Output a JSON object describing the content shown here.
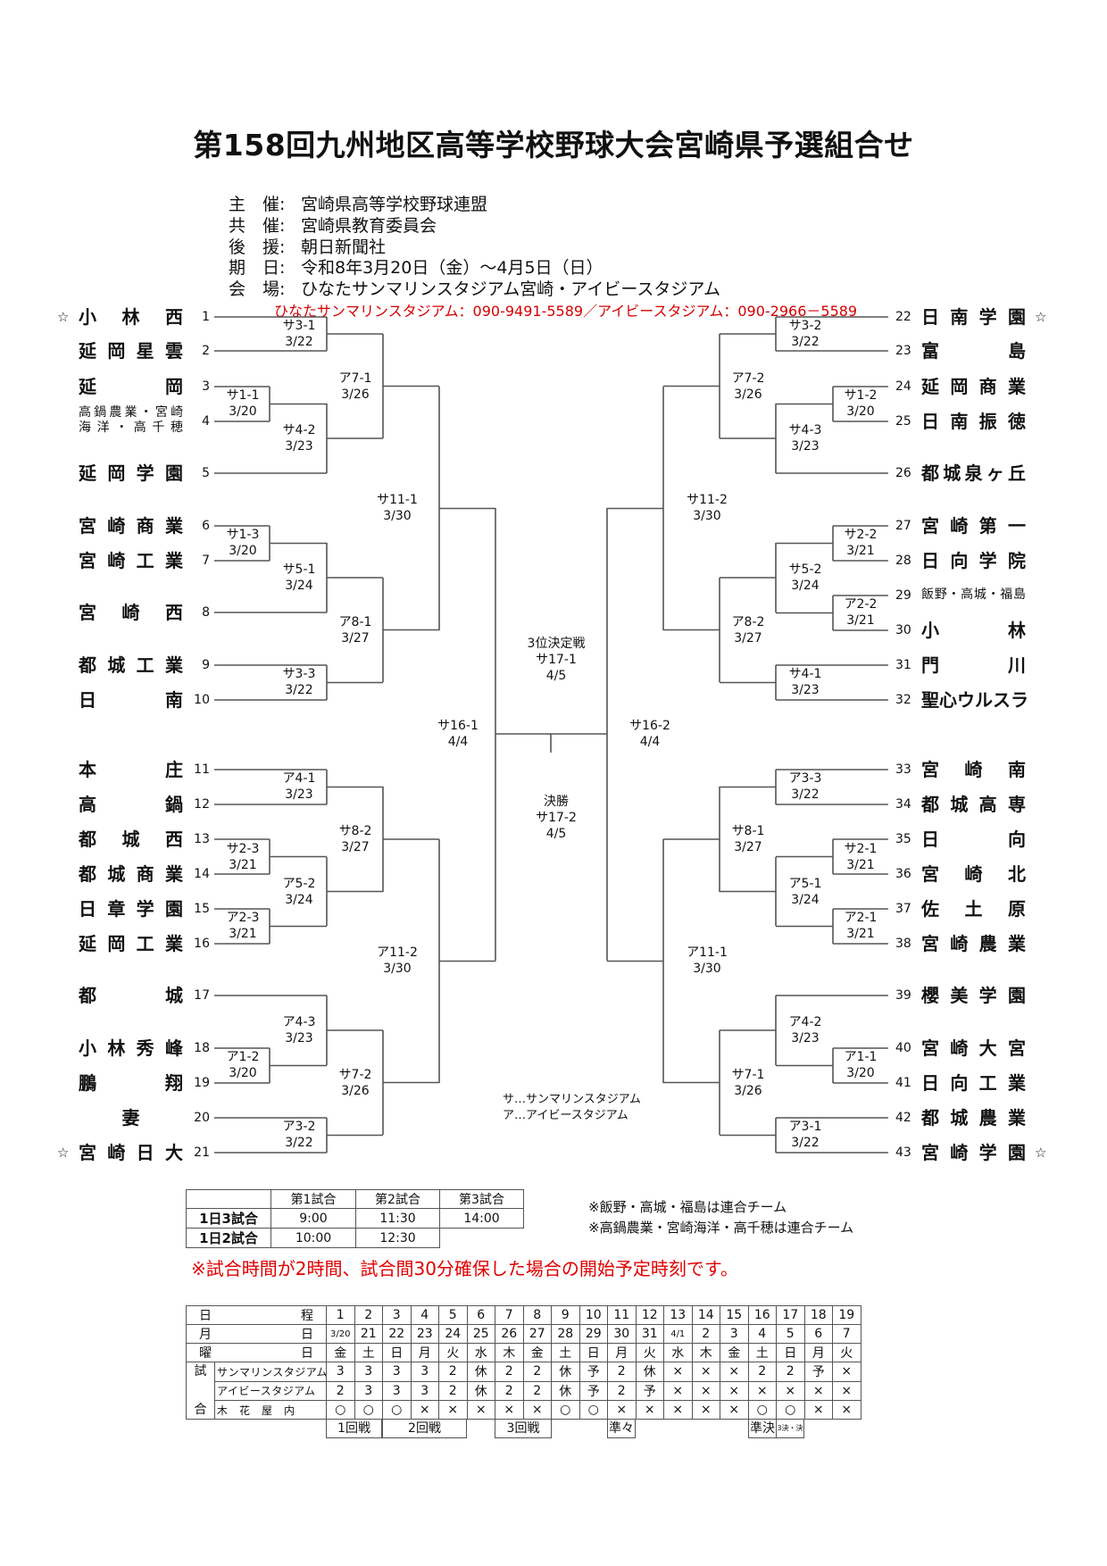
{
  "title": "第158回九州地区高等学校野球大会宮崎県予選組合せ",
  "info": [
    {
      "label": "主　催:",
      "value": "宮崎県高等学校野球連盟"
    },
    {
      "label": "共　催:",
      "value": "宮崎県教育委員会"
    },
    {
      "label": "後　援:",
      "value": "朝日新聞社"
    },
    {
      "label": "期　日:",
      "value": "令和8年3月20日（金）～4月5日（日）"
    },
    {
      "label": "会　場:",
      "value": "ひなたサンマリンスタジアム宮崎・アイビースタジアム"
    }
  ],
  "contact": "ひなたサンマリンスタジアム：090-9491-5589／アイビースタジアム：090-2966－5589",
  "teams_left": [
    {
      "no": "1",
      "name": "小　林　西",
      "star": "☆"
    },
    {
      "no": "2",
      "name": "延岡星雲"
    },
    {
      "no": "3",
      "name": "延　岡"
    },
    {
      "no": "4",
      "name_lines": [
        "高鍋農業・宮崎",
        "海洋・高千穂"
      ]
    },
    {
      "no": "5",
      "name": "延岡学園"
    },
    {
      "no": "6",
      "name": "宮崎商業"
    },
    {
      "no": "7",
      "name": "宮崎工業"
    },
    {
      "no": "8",
      "name": "宮　崎　西"
    },
    {
      "no": "9",
      "name": "都城工業"
    },
    {
      "no": "10",
      "name": "日　南"
    },
    {
      "no": "11",
      "name": "本　庄"
    },
    {
      "no": "12",
      "name": "高　鍋"
    },
    {
      "no": "13",
      "name": "都　城　西"
    },
    {
      "no": "14",
      "name": "都城商業"
    },
    {
      "no": "15",
      "name": "日章学園"
    },
    {
      "no": "16",
      "name": "延岡工業"
    },
    {
      "no": "17",
      "name": "都　城"
    },
    {
      "no": "18",
      "name": "小林秀峰"
    },
    {
      "no": "19",
      "name": "鵬　翔"
    },
    {
      "no": "20",
      "name": "妻"
    },
    {
      "no": "21",
      "name": "宮崎日大",
      "star": "☆"
    }
  ],
  "teams_right": [
    {
      "no": "22",
      "name": "日南学園",
      "star": "☆"
    },
    {
      "no": "23",
      "name": "富　島"
    },
    {
      "no": "24",
      "name": "延岡商業"
    },
    {
      "no": "25",
      "name": "日南振徳"
    },
    {
      "no": "26",
      "name": "都城泉ヶ丘"
    },
    {
      "no": "27",
      "name": "宮崎第一"
    },
    {
      "no": "28",
      "name": "日向学院"
    },
    {
      "no": "29",
      "name": "飯野・高城・福島",
      "small": true
    },
    {
      "no": "30",
      "name": "小　林"
    },
    {
      "no": "31",
      "name": "門　川"
    },
    {
      "no": "32",
      "name": "聖心ウルスラ"
    },
    {
      "no": "33",
      "name": "宮　崎　南"
    },
    {
      "no": "34",
      "name": "都城高専"
    },
    {
      "no": "35",
      "name": "日　向"
    },
    {
      "no": "36",
      "name": "宮　崎　北"
    },
    {
      "no": "37",
      "name": "佐　土　原"
    },
    {
      "no": "38",
      "name": "宮崎農業"
    },
    {
      "no": "39",
      "name": "櫻美学園"
    },
    {
      "no": "40",
      "name": "宮崎大宮"
    },
    {
      "no": "41",
      "name": "日向工業"
    },
    {
      "no": "42",
      "name": "都城農業"
    },
    {
      "no": "43",
      "name": "宮崎学園",
      "star": "☆"
    }
  ],
  "matches_left": [
    {
      "code": "サ3-1",
      "date": "3/22"
    },
    {
      "code": "サ1-1",
      "date": "3/20"
    },
    {
      "code": "サ4-2",
      "date": "3/23"
    },
    {
      "code": "ア7-1",
      "date": "3/26"
    },
    {
      "code": "サ1-3",
      "date": "3/20"
    },
    {
      "code": "サ5-1",
      "date": "3/24"
    },
    {
      "code": "サ3-3",
      "date": "3/22"
    },
    {
      "code": "ア8-1",
      "date": "3/27"
    },
    {
      "code": "サ11-1",
      "date": "3/30"
    },
    {
      "code": "ア4-1",
      "date": "3/23"
    },
    {
      "code": "サ2-3",
      "date": "3/21"
    },
    {
      "code": "ア2-3",
      "date": "3/21"
    },
    {
      "code": "ア5-2",
      "date": "3/24"
    },
    {
      "code": "サ8-2",
      "date": "3/27"
    },
    {
      "code": "ア1-2",
      "date": "3/20"
    },
    {
      "code": "ア4-3",
      "date": "3/23"
    },
    {
      "code": "ア3-2",
      "date": "3/22"
    },
    {
      "code": "サ7-2",
      "date": "3/26"
    },
    {
      "code": "ア11-2",
      "date": "3/30"
    },
    {
      "code": "サ16-1",
      "date": "4/4"
    }
  ],
  "matches_right": [
    {
      "code": "サ3-2",
      "date": "3/22"
    },
    {
      "code": "サ1-2",
      "date": "3/20"
    },
    {
      "code": "サ4-3",
      "date": "3/23"
    },
    {
      "code": "ア7-2",
      "date": "3/26"
    },
    {
      "code": "サ2-2",
      "date": "3/21"
    },
    {
      "code": "ア2-2",
      "date": "3/21"
    },
    {
      "code": "サ5-2",
      "date": "3/24"
    },
    {
      "code": "サ4-1",
      "date": "3/23"
    },
    {
      "code": "ア8-2",
      "date": "3/27"
    },
    {
      "code": "サ11-2",
      "date": "3/30"
    },
    {
      "code": "ア3-3",
      "date": "3/22"
    },
    {
      "code": "サ2-1",
      "date": "3/21"
    },
    {
      "code": "ア2-1",
      "date": "3/21"
    },
    {
      "code": "ア5-1",
      "date": "3/24"
    },
    {
      "code": "サ8-1",
      "date": "3/27"
    },
    {
      "code": "ア1-1",
      "date": "3/20"
    },
    {
      "code": "ア4-2",
      "date": "3/23"
    },
    {
      "code": "ア3-1",
      "date": "3/22"
    },
    {
      "code": "サ7-1",
      "date": "3/26"
    },
    {
      "code": "ア11-1",
      "date": "3/30"
    },
    {
      "code": "サ16-2",
      "date": "4/4"
    }
  ],
  "third_place": {
    "title": "3位決定戦",
    "code": "サ17-1",
    "date": "4/5"
  },
  "final": {
    "title": "決勝",
    "code": "サ17-2",
    "date": "4/5"
  },
  "legend": [
    "サ…サンマリンスタジアム",
    "ア…アイビースタジアム"
  ],
  "time_table": {
    "headers": [
      "",
      "第1試合",
      "第2試合",
      "第3試合"
    ],
    "rows": [
      {
        "label": "1日3試合",
        "times": [
          "9:00",
          "11:30",
          "14:00"
        ]
      },
      {
        "label": "1日2試合",
        "times": [
          "10:00",
          "12:30",
          ""
        ]
      }
    ]
  },
  "notes": [
    "※飯野・高城・福島は連合チーム",
    "※高鍋農業・宮崎海洋・高千穂は連合チーム"
  ],
  "red_note": "※試合時間が2時間、試合間30分確保した場合の開始予定時刻です。",
  "schedule": {
    "row_labels": {
      "day": "日　程",
      "date": "月　日",
      "weekday": "曜　日",
      "games_top": "試",
      "games_bottom": "合"
    },
    "days": [
      "1",
      "2",
      "3",
      "4",
      "5",
      "6",
      "7",
      "8",
      "9",
      "10",
      "11",
      "12",
      "13",
      "14",
      "15",
      "16",
      "17",
      "18",
      "19"
    ],
    "dates": [
      "3/20",
      "21",
      "22",
      "23",
      "24",
      "25",
      "26",
      "27",
      "28",
      "29",
      "30",
      "31",
      "4/1",
      "2",
      "3",
      "4",
      "5",
      "6",
      "7"
    ],
    "weekdays": [
      "金",
      "土",
      "日",
      "月",
      "火",
      "水",
      "木",
      "金",
      "土",
      "日",
      "月",
      "火",
      "水",
      "木",
      "金",
      "土",
      "日",
      "月",
      "火"
    ],
    "venues": [
      {
        "name": "サンマリンスタジアム",
        "values": [
          "3",
          "3",
          "3",
          "3",
          "2",
          "休",
          "2",
          "2",
          "休",
          "予",
          "2",
          "休",
          "×",
          "×",
          "×",
          "2",
          "2",
          "予",
          "×"
        ]
      },
      {
        "name": "アイビースタジアム",
        "values": [
          "2",
          "3",
          "3",
          "3",
          "2",
          "休",
          "2",
          "2",
          "休",
          "予",
          "2",
          "予",
          "×",
          "×",
          "×",
          "×",
          "×",
          "×",
          "×"
        ]
      },
      {
        "name": "木　花　屋　内",
        "values": [
          "○",
          "○",
          "○",
          "×",
          "×",
          "×",
          "×",
          "×",
          "○",
          "○",
          "×",
          "×",
          "×",
          "×",
          "×",
          "○",
          "○",
          "×",
          "×"
        ]
      }
    ],
    "round_labels": {
      "r1": "1回戦",
      "r2": "2回戦",
      "r3": "3回戦",
      "qf": "準々",
      "sf": "準決",
      "final": "3決・決"
    }
  }
}
